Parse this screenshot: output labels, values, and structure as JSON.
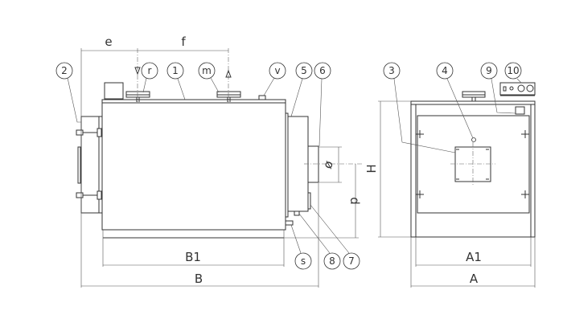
{
  "side_view": {
    "dimensions": {
      "e": "e",
      "f": "f",
      "B1": "B1",
      "B": "B",
      "d": "d",
      "phi": "ø"
    },
    "callouts": {
      "c2": "2",
      "cr": "r",
      "c1": "1",
      "cm": "m",
      "cv": "v",
      "c5": "5",
      "c6": "6",
      "cs": "s",
      "c8": "8",
      "c7": "7"
    }
  },
  "front_view": {
    "dimensions": {
      "H": "H",
      "A1": "A1",
      "A": "A"
    },
    "callouts": {
      "c3": "3",
      "c4": "4",
      "c9": "9",
      "c10": "10"
    }
  }
}
